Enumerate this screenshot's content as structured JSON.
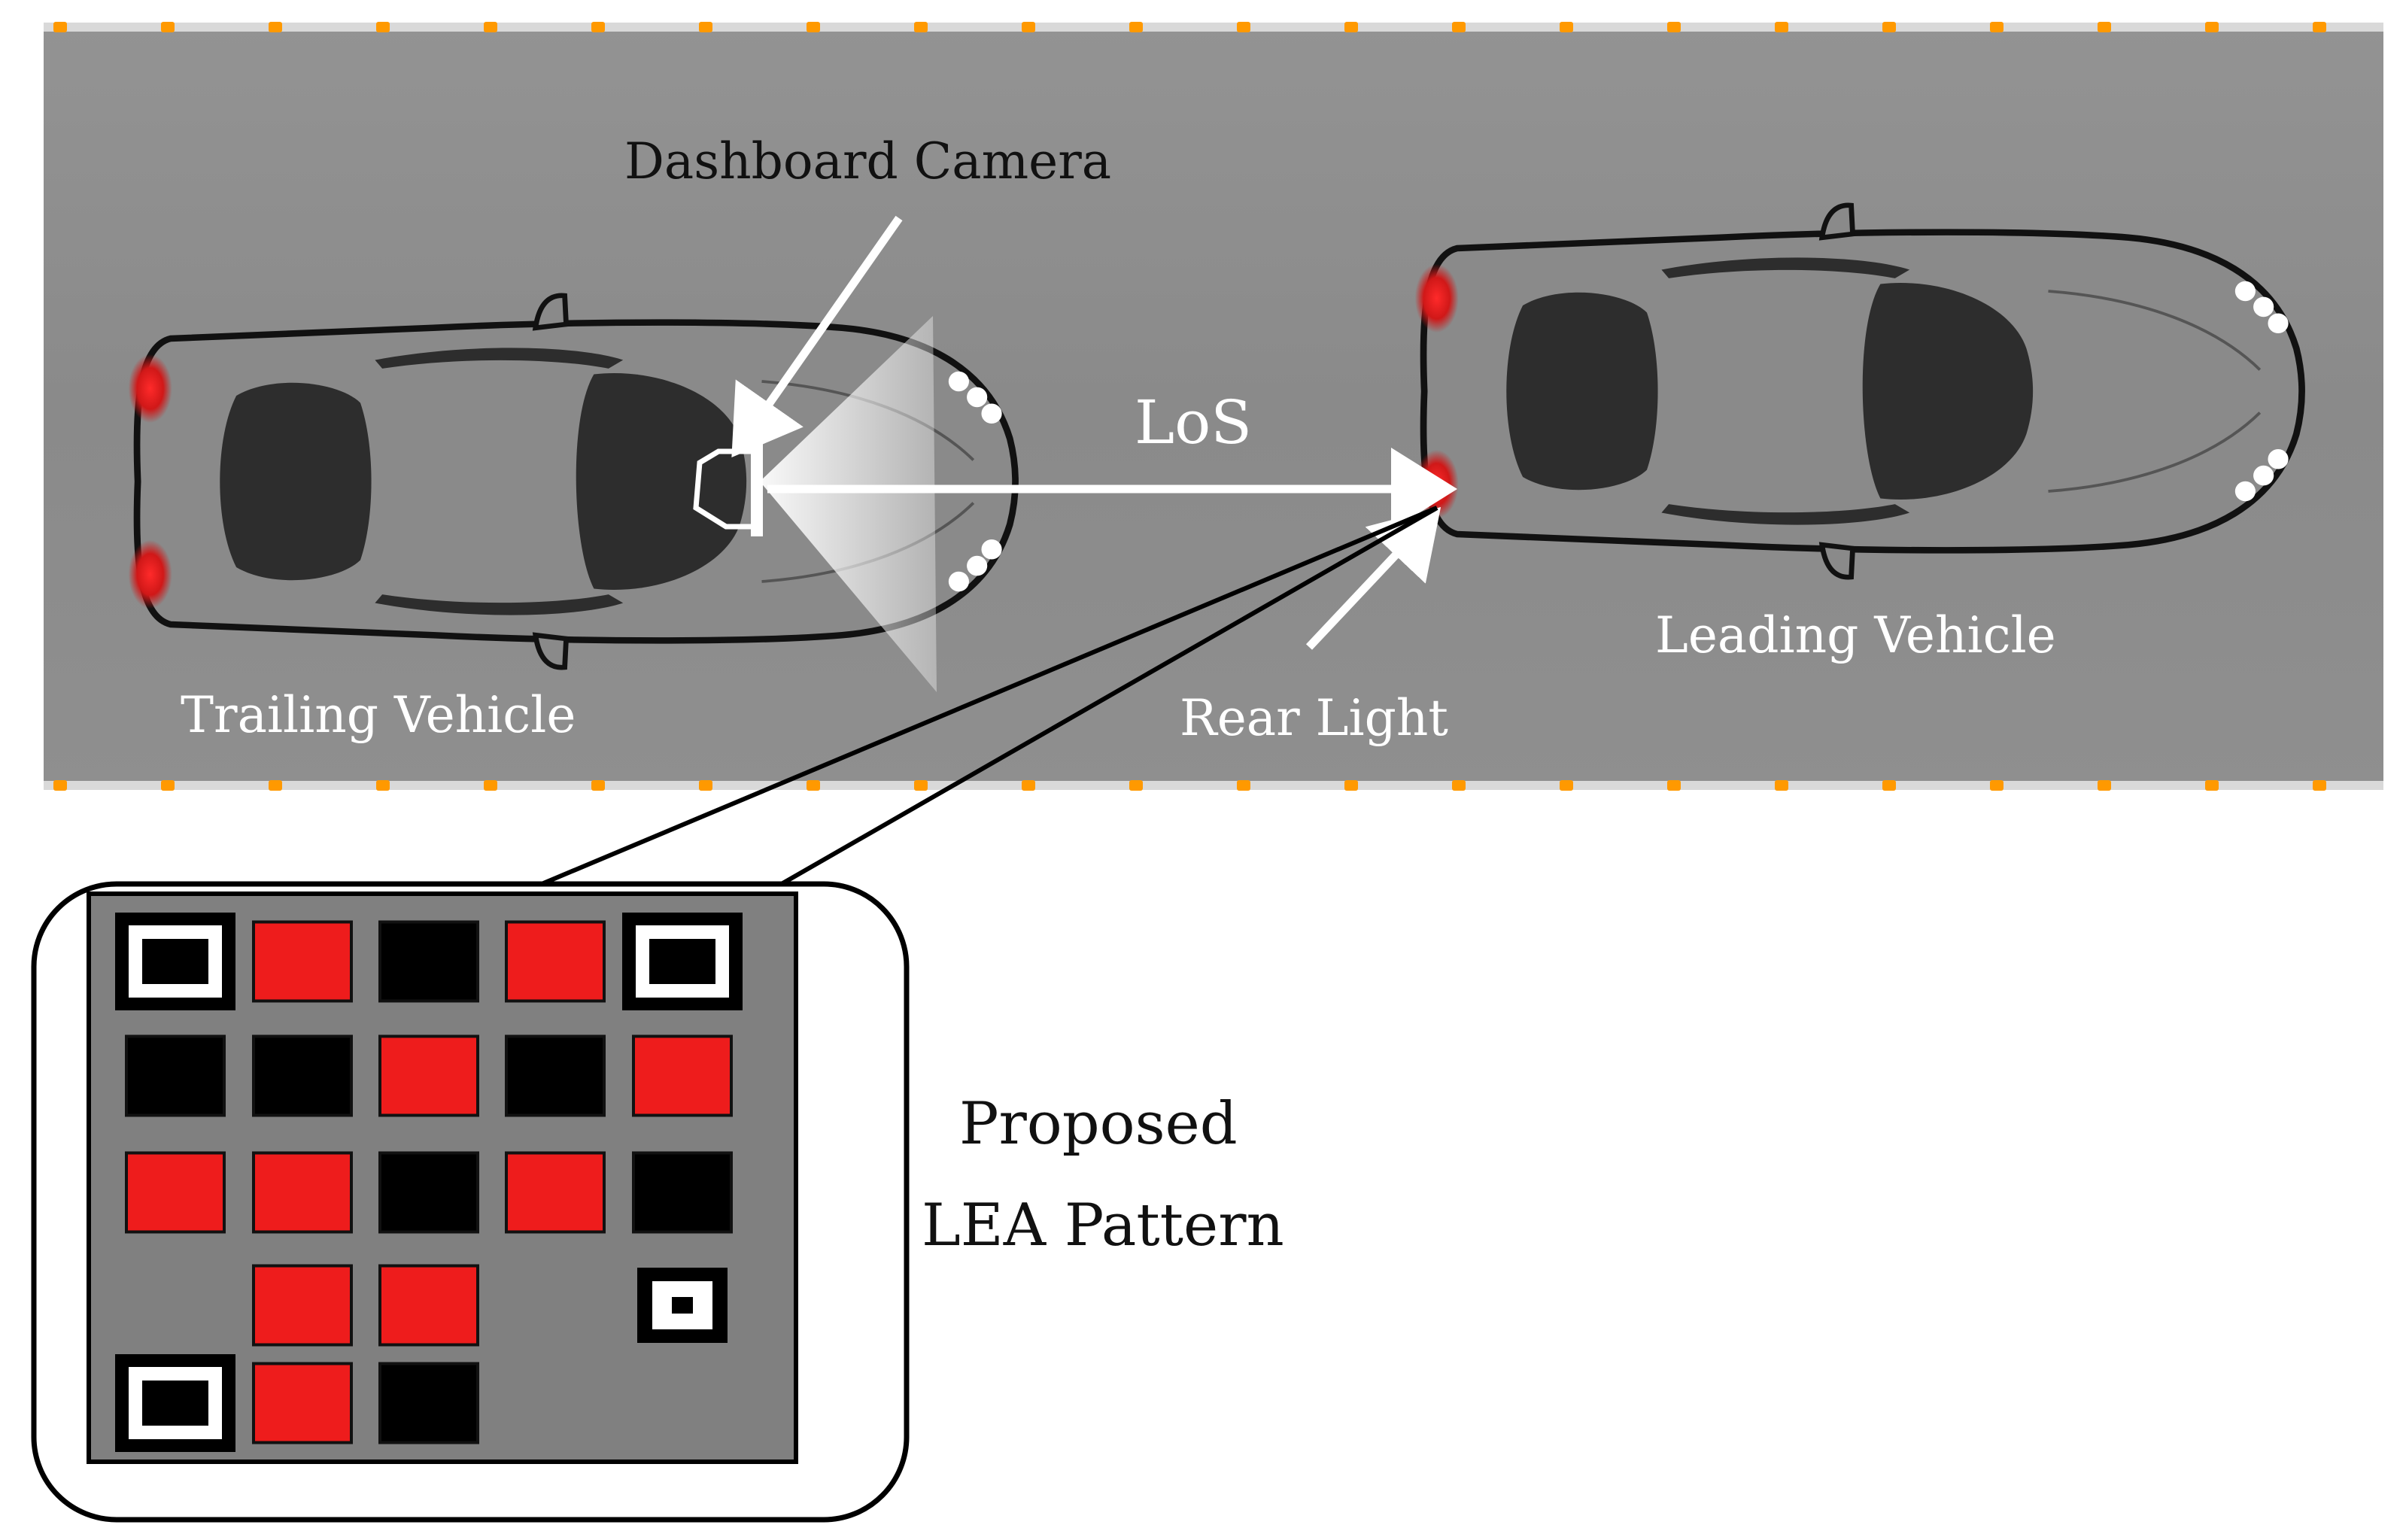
{
  "labels": {
    "dashboard_camera": "Dashboard Camera",
    "los": "LoS",
    "leading_vehicle": "Leading Vehicle",
    "trailing_vehicle": "Trailing Vehicle",
    "rear_light": "Rear Light",
    "pattern_line1": "Proposed",
    "pattern_line2": "LEA Pattern"
  },
  "colors": {
    "road": "#8c8c8c",
    "road_edge": "#d9d9d9",
    "lane_marker": "#ff9900",
    "car_body": "#8a8a8a",
    "car_glass": "#2d2d2d",
    "rear_light": "#e01b1b",
    "pattern_red": "#ee1c1c",
    "pattern_black": "#000000",
    "pattern_bg": "#808080"
  },
  "icons": {
    "camera": "camera-icon",
    "arrow": "arrow-icon"
  },
  "lea_pattern": {
    "rows": [
      [
        "finder",
        "red",
        "black",
        "red",
        "finder"
      ],
      [
        "black",
        "black",
        "red",
        "black",
        "red"
      ],
      [
        "red",
        "red",
        "black",
        "red",
        "black"
      ],
      [
        "empty",
        "red",
        "red",
        "empty",
        "alignment"
      ],
      [
        "finder",
        "red",
        "black",
        "empty",
        "empty"
      ]
    ]
  }
}
